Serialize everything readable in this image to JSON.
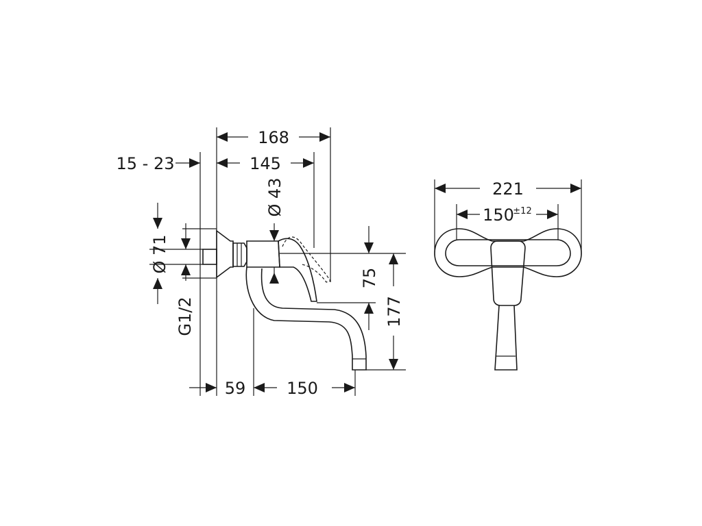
{
  "dimensions": {
    "overall_depth": "168",
    "handle_depth": "145",
    "wall_distance": "15 - 23",
    "handle_diameter": "Ø 43",
    "flange_diameter": "Ø 71",
    "thread": "G1/2",
    "spout_offset": "59",
    "spout_reach": "150",
    "body_height": "75",
    "spout_height": "177",
    "width_total": "221",
    "center_distance": "150",
    "center_tolerance": "±12"
  }
}
